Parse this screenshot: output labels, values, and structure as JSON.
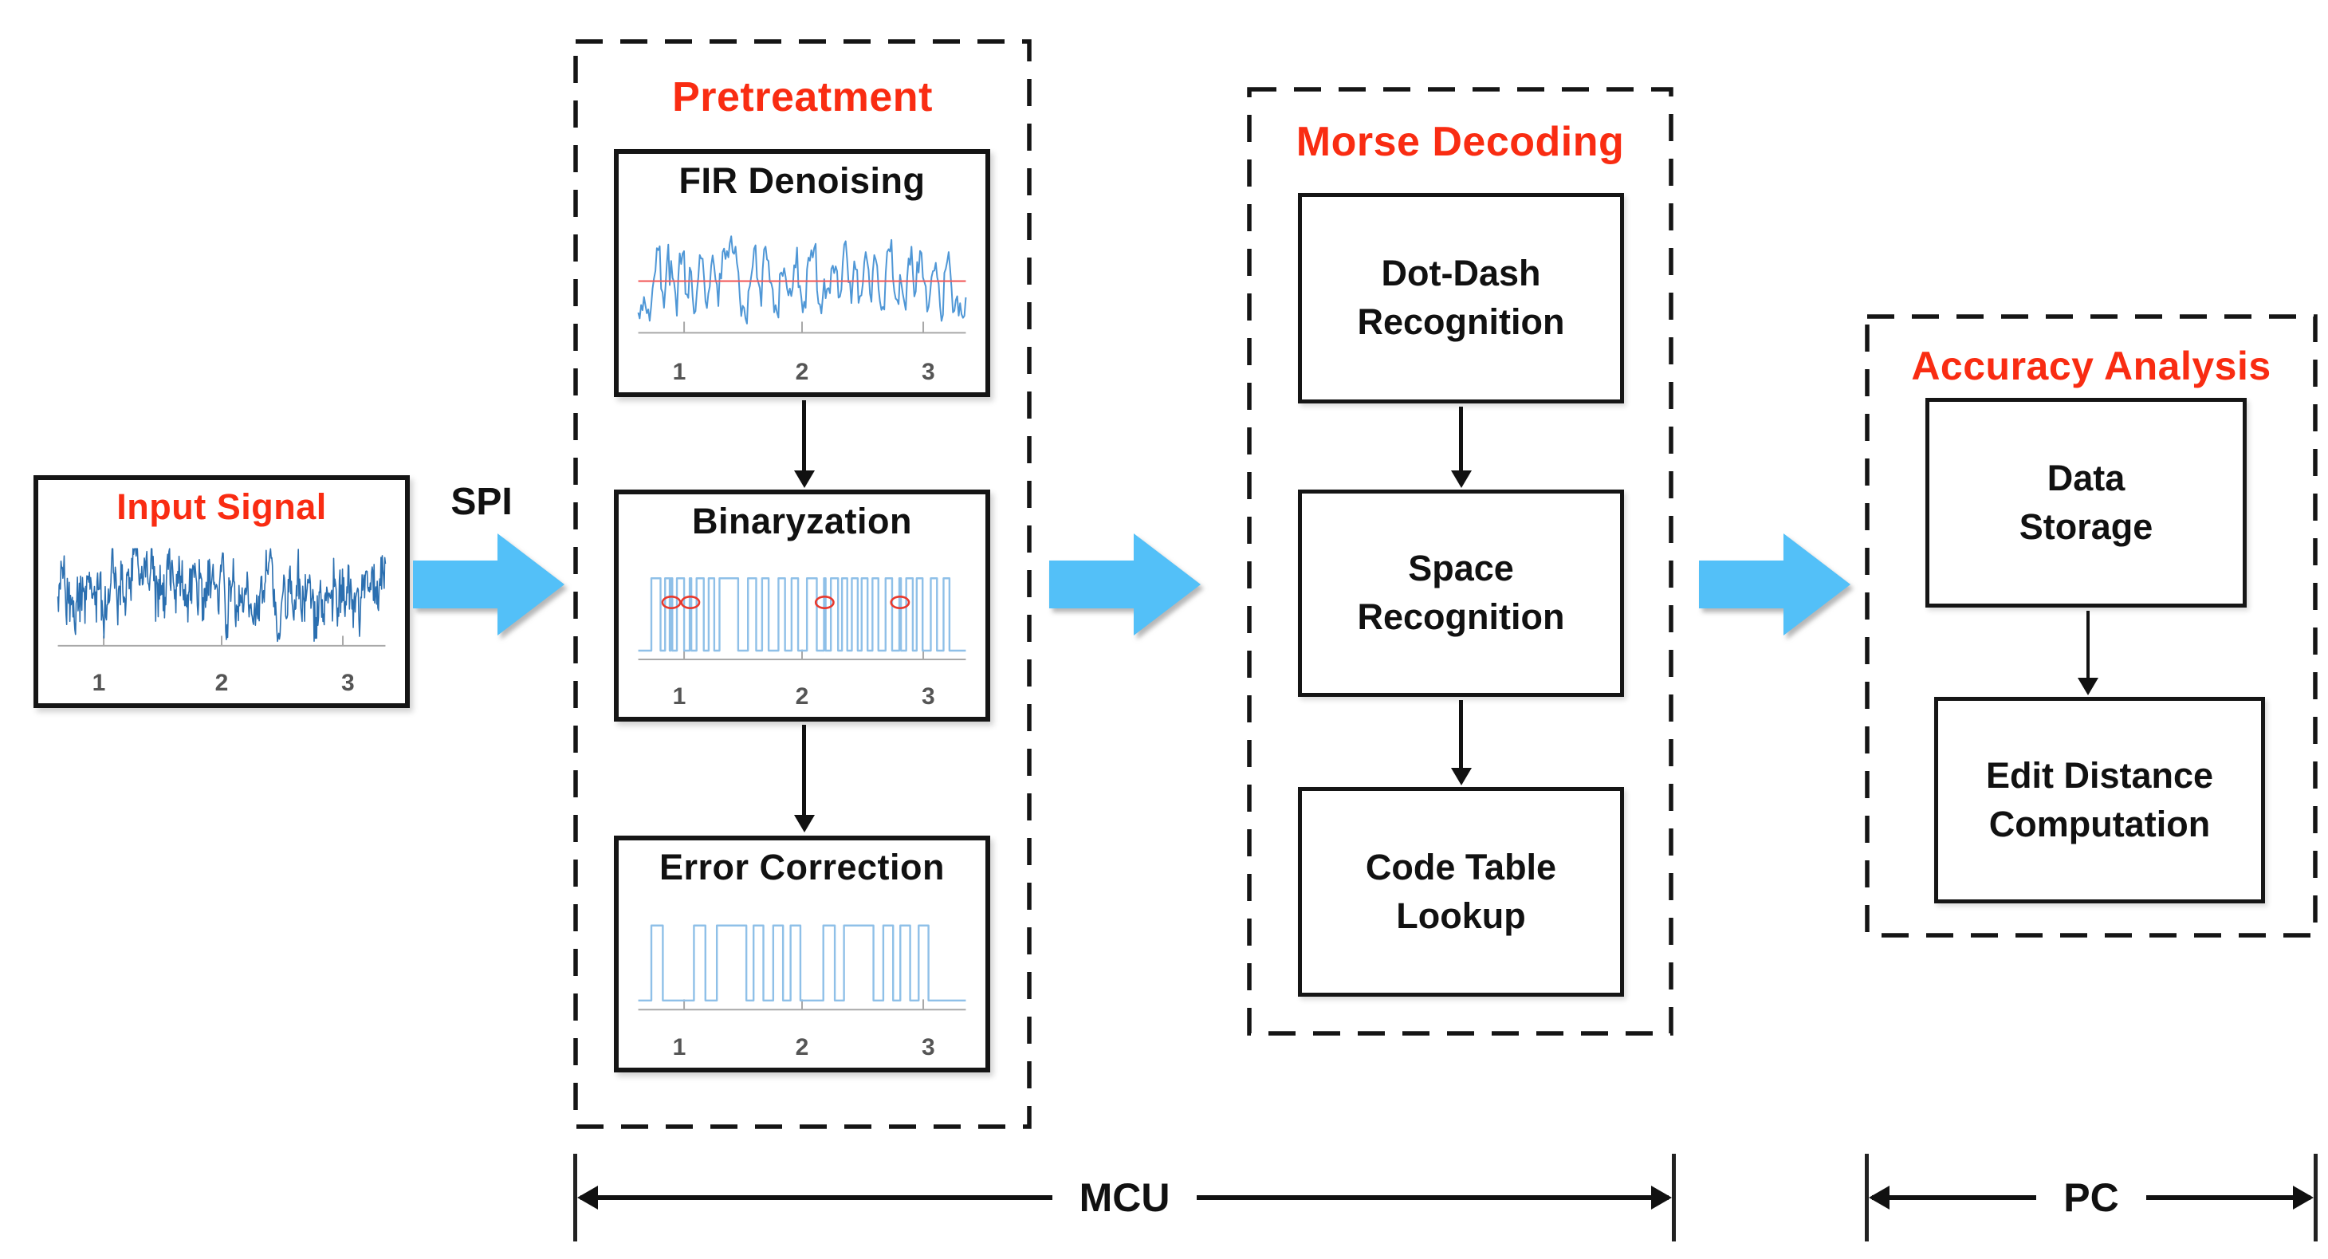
{
  "colors": {
    "red": "#f92c12",
    "arrow_blue": "#53c0f8",
    "signal_blue": "#2b6fb0",
    "fir_blue": "#4f97d6",
    "pulse_blue": "#8fc0e8",
    "threshold_red": "#f25c5c",
    "marker_red": "#e8392e",
    "axis_gray": "#a8a8a8",
    "border_black": "#151515"
  },
  "panels": {
    "input": {
      "title": "Input Signal",
      "ticks": [
        "1",
        "2",
        "3"
      ]
    },
    "fir": {
      "title": "FIR Denoising",
      "ticks": [
        "1",
        "2",
        "3"
      ]
    },
    "binaryzation": {
      "title": "Binaryzation",
      "ticks": [
        "1",
        "2",
        "3"
      ]
    },
    "error_correction": {
      "title": "Error Correction",
      "ticks": [
        "1",
        "2",
        "3"
      ]
    }
  },
  "sections": {
    "pretreatment": "Pretreatment",
    "morse_decoding": "Morse Decoding",
    "accuracy_analysis": "Accuracy Analysis"
  },
  "steps": {
    "dot_dash": "Dot-Dash\nRecognition",
    "space": "Space\nRecognition",
    "code_table": "Code Table\nLookup",
    "data_storage": "Data\nStorage",
    "edit_distance": "Edit Distance\nComputation"
  },
  "labels": {
    "spi": "SPI",
    "mcu": "MCU",
    "pc": "PC"
  },
  "signals": {
    "binary_segments": [
      [
        0.04,
        0.068
      ],
      [
        0.082,
        0.096
      ],
      [
        0.099,
        0.104
      ],
      [
        0.118,
        0.14
      ],
      [
        0.157,
        0.162
      ],
      [
        0.178,
        0.2
      ],
      [
        0.215,
        0.232
      ],
      [
        0.248,
        0.305
      ],
      [
        0.335,
        0.36
      ],
      [
        0.378,
        0.398
      ],
      [
        0.428,
        0.448
      ],
      [
        0.468,
        0.488
      ],
      [
        0.515,
        0.545
      ],
      [
        0.567,
        0.572
      ],
      [
        0.588,
        0.61
      ],
      [
        0.622,
        0.638
      ],
      [
        0.652,
        0.67
      ],
      [
        0.682,
        0.7
      ],
      [
        0.715,
        0.733
      ],
      [
        0.755,
        0.775
      ],
      [
        0.797,
        0.802
      ],
      [
        0.818,
        0.838
      ],
      [
        0.85,
        0.868
      ],
      [
        0.893,
        0.912
      ],
      [
        0.932,
        0.95
      ]
    ],
    "clean_segments": [
      [
        0.04,
        0.075
      ],
      [
        0.17,
        0.205
      ],
      [
        0.24,
        0.33
      ],
      [
        0.352,
        0.382
      ],
      [
        0.412,
        0.442
      ],
      [
        0.465,
        0.495
      ],
      [
        0.565,
        0.6
      ],
      [
        0.628,
        0.718
      ],
      [
        0.748,
        0.778
      ],
      [
        0.8,
        0.83
      ],
      [
        0.856,
        0.886
      ]
    ],
    "glitch_markers": [
      0.101,
      0.159,
      0.569,
      0.799
    ],
    "noise": {
      "input_seed": 11,
      "input_points": 520,
      "fir_seed": 5,
      "fir_points": 230
    }
  }
}
